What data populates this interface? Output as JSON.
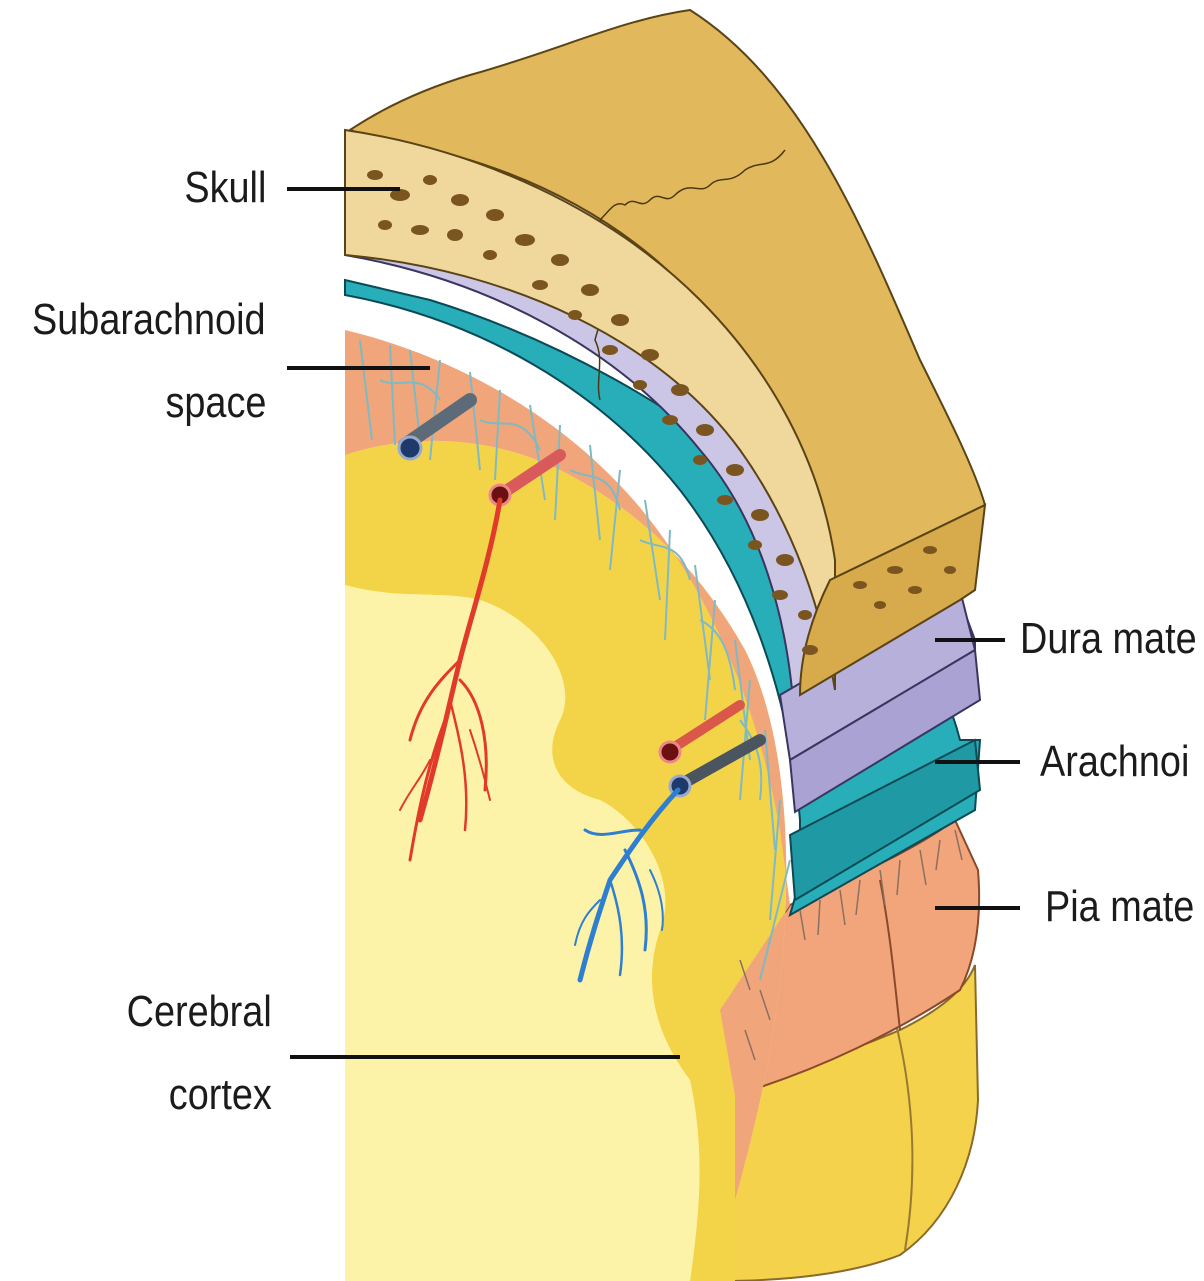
{
  "labels": {
    "skull": "Skull",
    "subarachnoid_line1": "Subarachnoid",
    "subarachnoid_line2": "space",
    "dura_mater": "Dura mate",
    "arachnoid": "Arachnoi",
    "pia_mater": "Pia mate",
    "cerebral_line1": "Cerebral",
    "cerebral_line2": "cortex"
  },
  "colors": {
    "skull_bone": "#e2b95c",
    "skull_marrow": "#f1dca3",
    "dura_mater": "#cbc6e3",
    "arachnoid": "#2ab3bd",
    "subarachnoid": "#f0a87c",
    "pia_mater": "#f4a57e",
    "white_matter": "#fbf19d",
    "gray_matter": "#f4d64e",
    "artery": "#e0312a",
    "vein": "#2f7fc9"
  }
}
